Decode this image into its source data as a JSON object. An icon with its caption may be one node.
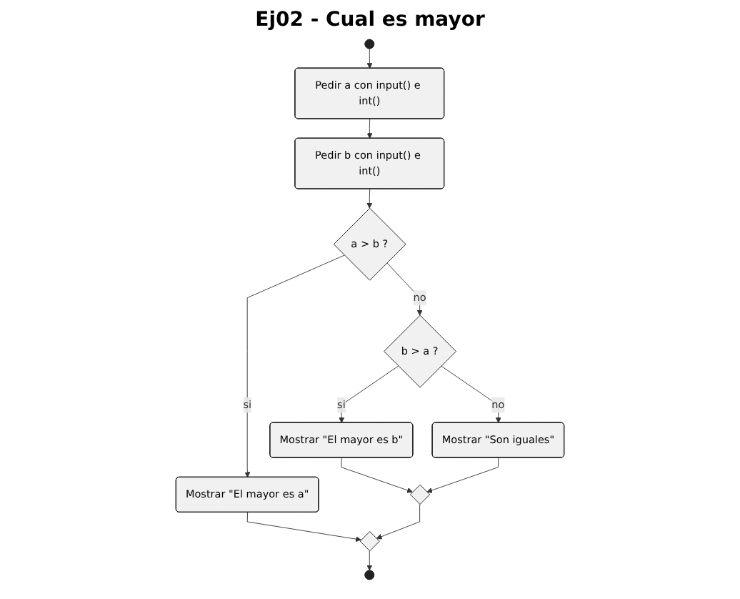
{
  "diagram": {
    "title": "Ej02 - Cual es mayor",
    "nodes": [
      {
        "text": [],
        "shape": "circle"
      },
      {
        "text": [
          "Pedir a con input() e int()"
        ]
      },
      {
        "text": [
          "Pedir b con input() e int()"
        ]
      },
      {
        "text": [
          "a > b ?"
        ]
      },
      {
        "text": [
          "Mostrar \"El mayor es a\""
        ]
      },
      {
        "text": [
          "b > a ?"
        ]
      },
      {
        "text": [
          "Mostrar \"El mayor es b\""
        ]
      },
      {
        "text": [
          "Mostrar \"Son iguales\""
        ]
      },
      {
        "text": [],
        "shape": "diamond"
      },
      {
        "text": [],
        "shape": "diamond"
      },
      {
        "text": [],
        "shape": "circle"
      }
    ],
    "edges": [
      {
        "from": 0,
        "to": 1,
        "arrow": "to"
      },
      {
        "from": 1,
        "to": 2,
        "arrow": "to"
      },
      {
        "from": 2,
        "to": 3,
        "arrow": "to"
      },
      {
        "from": 3,
        "to": 4,
        "arrow": "to",
        "label": "si"
      },
      {
        "from": 3,
        "to": 5,
        "arrow": "to",
        "label": "no"
      },
      {
        "from": 5,
        "to": 6,
        "arrow": "to",
        "label": "si"
      },
      {
        "from": 5,
        "to": 7,
        "arrow": "to",
        "label": "no"
      },
      {
        "from": 6,
        "to": 8,
        "arrow": "to"
      },
      {
        "from": 7,
        "to": 8,
        "arrow": "to"
      },
      {
        "from": 4,
        "to": 9,
        "arrow": "to"
      },
      {
        "from": 8,
        "to": 9,
        "arrow": "to"
      },
      {
        "from": 9,
        "to": 10,
        "arrow": "to"
      }
    ]
  }
}
